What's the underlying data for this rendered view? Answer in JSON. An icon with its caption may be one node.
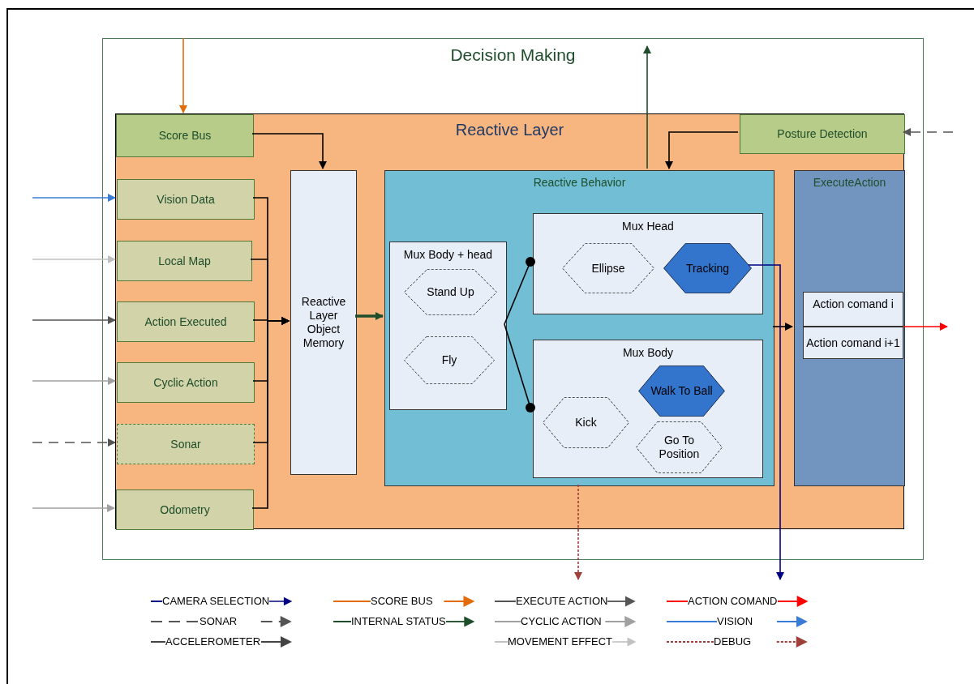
{
  "diagram": {
    "nodes": [
      {
        "text": [
          "Decision Making"
        ]
      },
      {
        "text": [
          "Reactive Layer"
        ],
        "in": 0
      },
      {
        "text": [
          "Score Bus"
        ],
        "in": 1
      },
      {
        "text": [
          "Posture Detection"
        ],
        "in": 1
      },
      {
        "text": [
          "Vision Data"
        ],
        "in": 1
      },
      {
        "text": [
          "Local Map"
        ],
        "in": 1
      },
      {
        "text": [
          "Action Executed"
        ],
        "in": 1
      },
      {
        "text": [
          "Cyclic Action"
        ],
        "in": 1
      },
      {
        "text": [
          "Sonar"
        ],
        "in": 1
      },
      {
        "text": [
          "Odometry"
        ],
        "in": 1
      },
      {
        "text": [
          "Reactive Layer Object Memory"
        ],
        "in": 1
      },
      {
        "text": [
          "Reactive Behavior"
        ],
        "in": 1
      },
      {
        "text": [
          "Mux Body + head"
        ],
        "in": 11
      },
      {
        "text": [
          "Stand Up"
        ],
        "in": 12
      },
      {
        "text": [
          "Fly"
        ],
        "in": 12
      },
      {
        "text": [
          "Mux Head"
        ],
        "in": 11
      },
      {
        "text": [
          "Ellipse"
        ],
        "in": 15
      },
      {
        "text": [
          "Tracking"
        ],
        "in": 15
      },
      {
        "text": [
          "Mux Body"
        ],
        "in": 11
      },
      {
        "text": [
          "Kick"
        ],
        "in": 18
      },
      {
        "text": [
          "Walk To Ball"
        ],
        "in": 18
      },
      {
        "text": [
          "Go To Position"
        ],
        "in": 18
      },
      {
        "text": [
          "ExecuteAction"
        ],
        "in": 1
      },
      {
        "text": [
          "Action comand i"
        ],
        "in": 22
      },
      {
        "text": [
          "Action comand i+1"
        ],
        "in": 22
      }
    ],
    "edges": [
      {
        "from": null,
        "to": 2,
        "arrow": "to",
        "color": "#e36c0a"
      },
      {
        "from": 2,
        "to": 10,
        "arrow": "to"
      },
      {
        "from": null,
        "to": 4,
        "arrow": "to",
        "color": "#3a7bd5"
      },
      {
        "from": null,
        "to": 5,
        "arrow": "to",
        "color": "#c0c0c0"
      },
      {
        "from": null,
        "to": 6,
        "arrow": "to",
        "color": "#555555"
      },
      {
        "from": null,
        "to": 7,
        "arrow": "to",
        "color": "#a0a0a0"
      },
      {
        "from": null,
        "to": 8,
        "arrow": "to",
        "style": "dashed",
        "color": "#555555"
      },
      {
        "from": null,
        "to": 9,
        "arrow": "to",
        "color": "#a0a0a0"
      },
      {
        "from": 4,
        "to": 10,
        "arrow": "to"
      },
      {
        "from": 5,
        "to": 10,
        "arrow": "to"
      },
      {
        "from": 6,
        "to": 10,
        "arrow": "to"
      },
      {
        "from": 7,
        "to": 10,
        "arrow": "to"
      },
      {
        "from": 8,
        "to": 10,
        "arrow": "to"
      },
      {
        "from": 9,
        "to": 10,
        "arrow": "to"
      },
      {
        "from": 10,
        "to": 11,
        "arrow": "to",
        "style": "thick",
        "color": "#1e4d2b"
      },
      {
        "from": 11,
        "to": null,
        "arrow": "to",
        "color": "#1e4d2b"
      },
      {
        "from": 3,
        "to": 11,
        "arrow": "to"
      },
      {
        "from": null,
        "to": 3,
        "arrow": "to",
        "style": "dashed",
        "color": "#555555"
      },
      {
        "from": 12,
        "to": 15,
        "arrow": "other"
      },
      {
        "from": 12,
        "to": 18,
        "arrow": "other"
      },
      {
        "from": 11,
        "to": 22,
        "arrow": "to"
      },
      {
        "from": 17,
        "to": null,
        "arrow": "to",
        "color": "#000080"
      },
      {
        "from": 11,
        "to": null,
        "arrow": "to",
        "style": "dashed",
        "color": "#a0403a"
      },
      {
        "from": 22,
        "to": null,
        "arrow": "to",
        "color": "#ff0000"
      }
    ],
    "legend": [
      {
        "text": "CAMERA SELECTION"
      },
      {
        "text": "SCORE BUS"
      },
      {
        "text": "EXECUTE ACTION"
      },
      {
        "text": "ACTION COMAND"
      },
      {
        "text": "SONAR"
      },
      {
        "text": "INTERNAL STATUS"
      },
      {
        "text": "CYCLIC ACTION"
      },
      {
        "text": "VISION"
      },
      {
        "text": "ACCELEROMETER"
      },
      {
        "text": "MOVEMENT EFFECT"
      },
      {
        "text": "DEBUG"
      }
    ]
  }
}
